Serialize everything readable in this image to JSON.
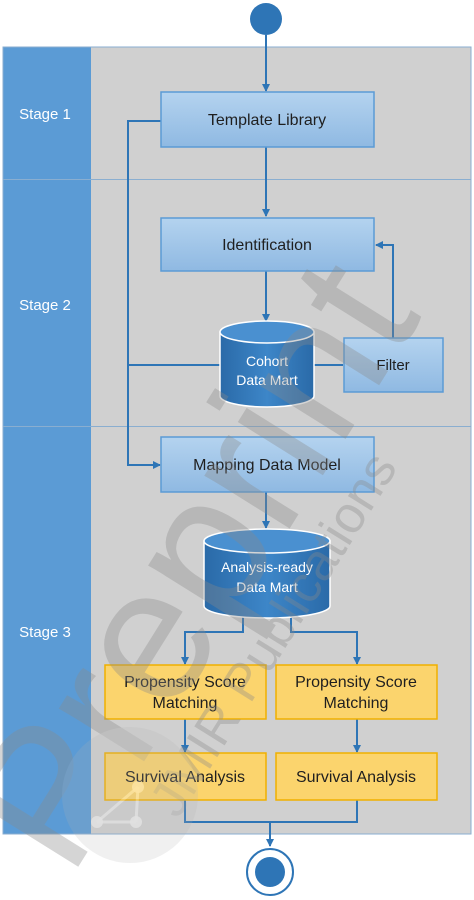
{
  "lanes": [
    {
      "label": "Stage 1"
    },
    {
      "label": "Stage 2"
    },
    {
      "label": "Stage 3"
    }
  ],
  "nodes": {
    "template_library": "Template Library",
    "identification": "Identification",
    "cohort_line1": "Cohort",
    "cohort_line2": "Data Mart",
    "filter": "Filter",
    "mapping_data_model": "Mapping Data Model",
    "analysis_line1": "Analysis-ready",
    "analysis_line2": "Data Mart",
    "psm_left_line1": "Propensity Score",
    "psm_left_line2": "Matching",
    "psm_right_line1": "Propensity Score",
    "psm_right_line2": "Matching",
    "survival_left": "Survival Analysis",
    "survival_right": "Survival Analysis"
  },
  "watermark": {
    "main": "Preprint",
    "sub": "JMIR Publications"
  },
  "colors": {
    "lane_label_bg": "#5b9bd5",
    "lane_body_bg": "#d0d0d0",
    "process_fill": "#9dc3e6",
    "process_stroke": "#5b9bd5",
    "cylinder_fill": "#2e75b6",
    "analysis_fill": "#fbd46d",
    "analysis_stroke": "#f0b000",
    "connector": "#2e75b6",
    "start_end": "#2e75b6"
  }
}
